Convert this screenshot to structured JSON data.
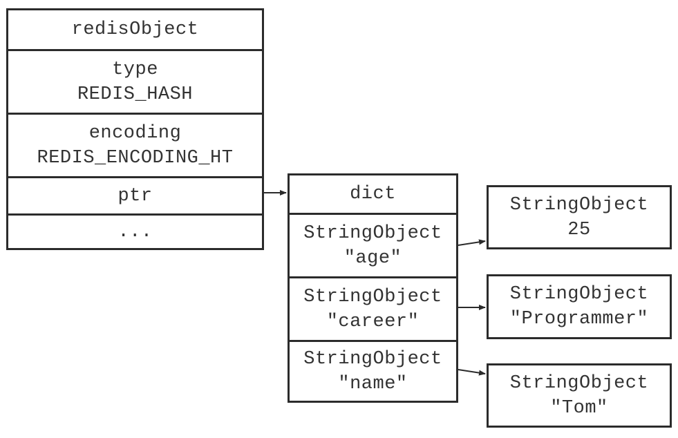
{
  "redis_object": {
    "title": "redisObject",
    "type_label": "type",
    "type_value": "REDIS_HASH",
    "encoding_label": "encoding",
    "encoding_value": "REDIS_ENCODING_HT",
    "ptr_label": "ptr",
    "more_label": "..."
  },
  "dict": {
    "title": "dict",
    "entries": [
      {
        "key_type": "StringObject",
        "key": "\"age\""
      },
      {
        "key_type": "StringObject",
        "key": "\"career\""
      },
      {
        "key_type": "StringObject",
        "key": "\"name\""
      }
    ]
  },
  "values": [
    {
      "type": "StringObject",
      "value": "25"
    },
    {
      "type": "StringObject",
      "value": "\"Programmer\""
    },
    {
      "type": "StringObject",
      "value": "\"Tom\""
    }
  ],
  "colors": {
    "line": "#2b2b2b",
    "text": "#333333",
    "background": "#ffffff"
  }
}
